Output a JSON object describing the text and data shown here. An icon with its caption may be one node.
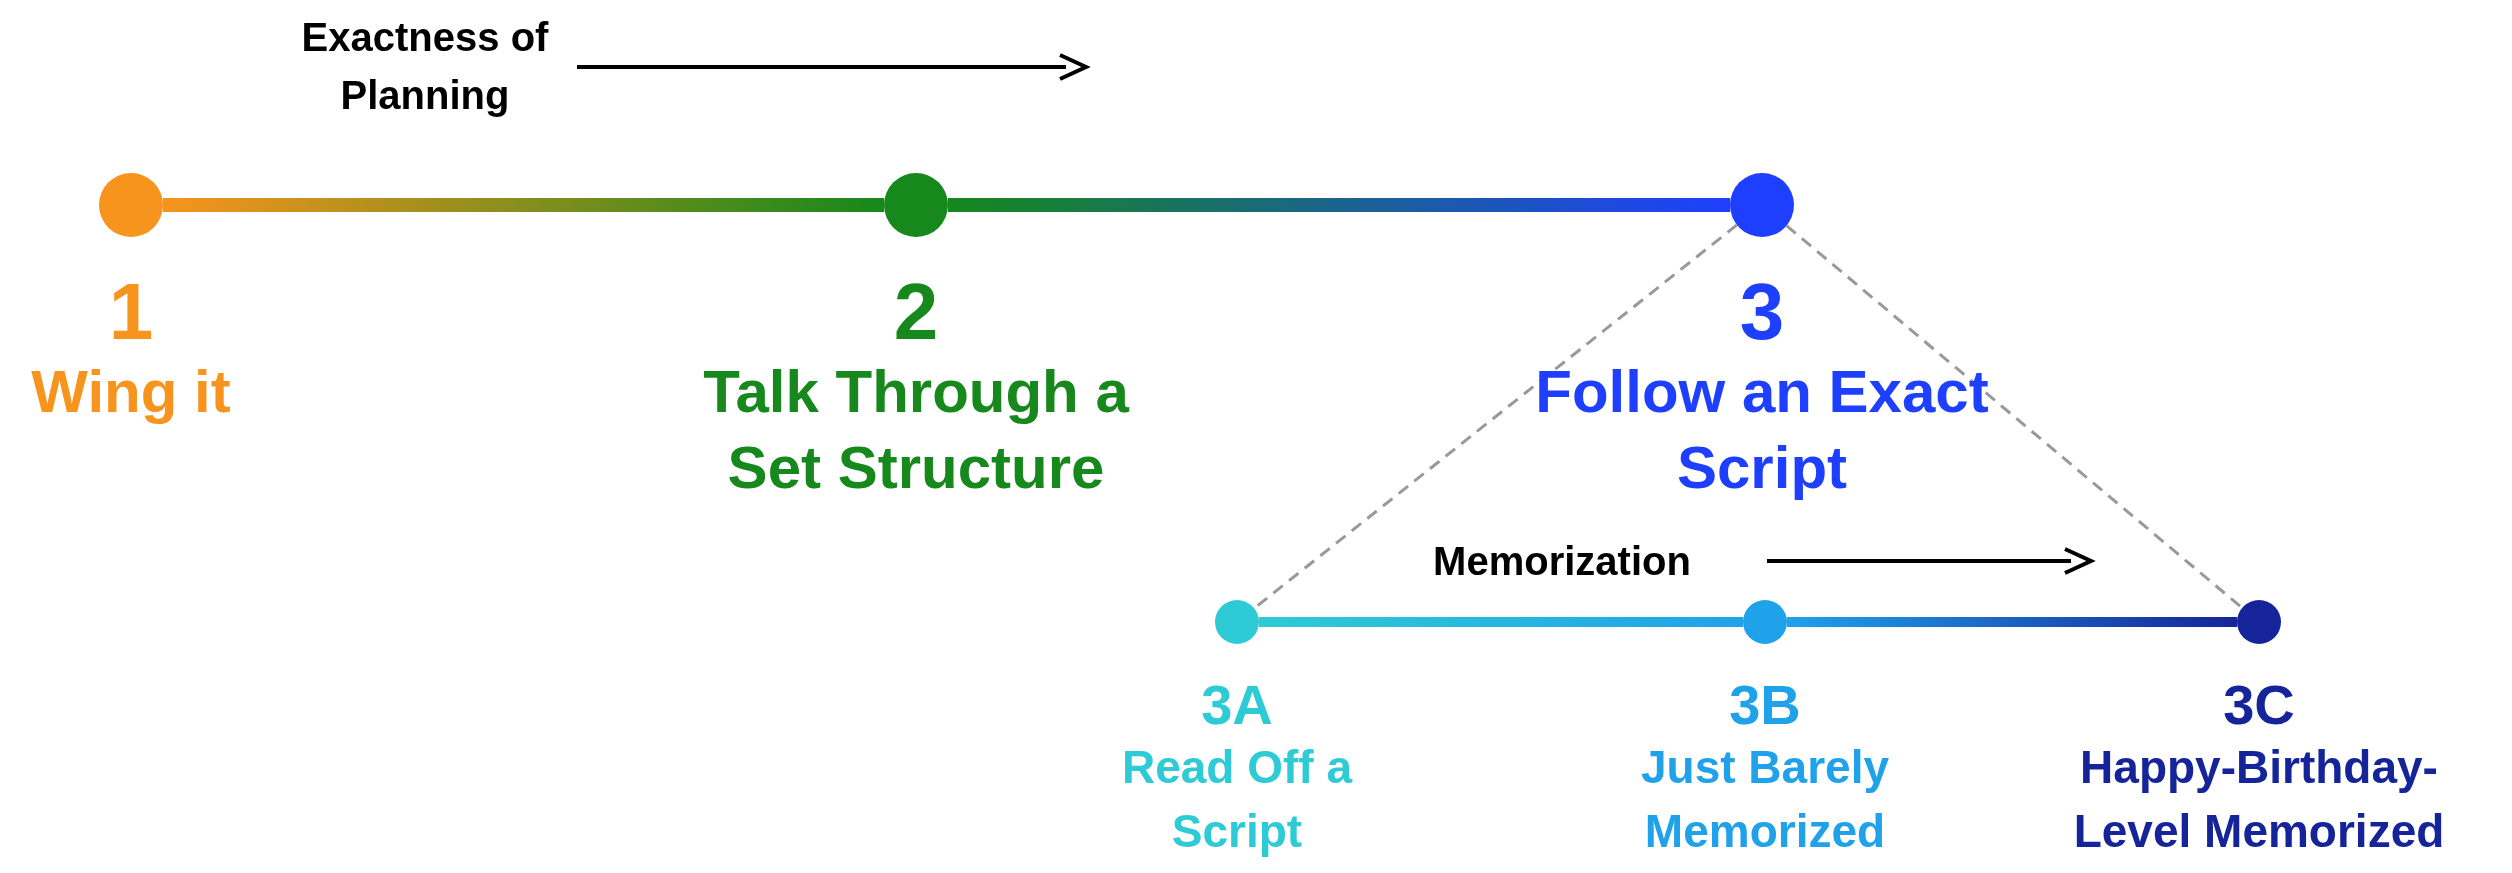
{
  "diagram": {
    "nodes": [
      {
        "text": [
          "1",
          "Wing it"
        ]
      },
      {
        "text": [
          "2",
          "Talk Through a Set Structure"
        ]
      },
      {
        "text": [
          "3",
          "Follow an Exact Script"
        ]
      },
      {
        "text": [
          "3A",
          "Read Off a Script"
        ]
      },
      {
        "text": [
          "3B",
          "Just Barely Memorized"
        ]
      },
      {
        "text": [
          "3C",
          "Happy-Birthday- Level Memorized"
        ]
      }
    ],
    "edges": [
      {
        "from": 0,
        "to": 1,
        "arrow": "none"
      },
      {
        "from": 1,
        "to": 2,
        "arrow": "none"
      },
      {
        "from": 2,
        "to": 3,
        "arrow": "none",
        "style": "dashed",
        "color": "#999999"
      },
      {
        "from": 2,
        "to": 5,
        "arrow": "none",
        "style": "dashed",
        "color": "#999999"
      },
      {
        "from": 3,
        "to": 4,
        "arrow": "none"
      },
      {
        "from": 4,
        "to": 5,
        "arrow": "none"
      }
    ],
    "labels": [
      "Exactness of Planning",
      "Memorization"
    ]
  }
}
